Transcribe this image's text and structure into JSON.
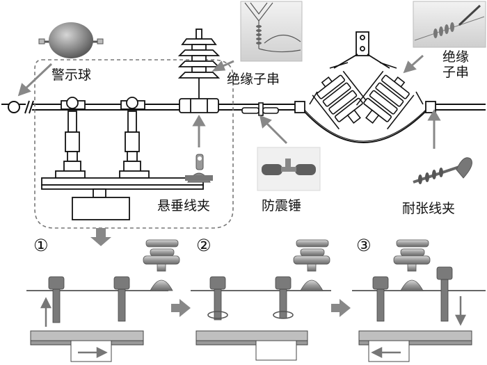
{
  "labels": {
    "warning_ball": "警示球",
    "insulator_string_left": "绝缘子串",
    "insulator_string_right": "绝缘子串",
    "suspension_clamp": "悬垂线夹",
    "damper": "防震锤",
    "tension_clamp": "耐张线夹"
  },
  "steps": [
    "①",
    "②",
    "③"
  ],
  "colors": {
    "line": "#111111",
    "arrow": "#8a8a8a",
    "dashed": "#777777",
    "ball": "#8f8f8f",
    "photo_bg": "#e9e9e9"
  }
}
